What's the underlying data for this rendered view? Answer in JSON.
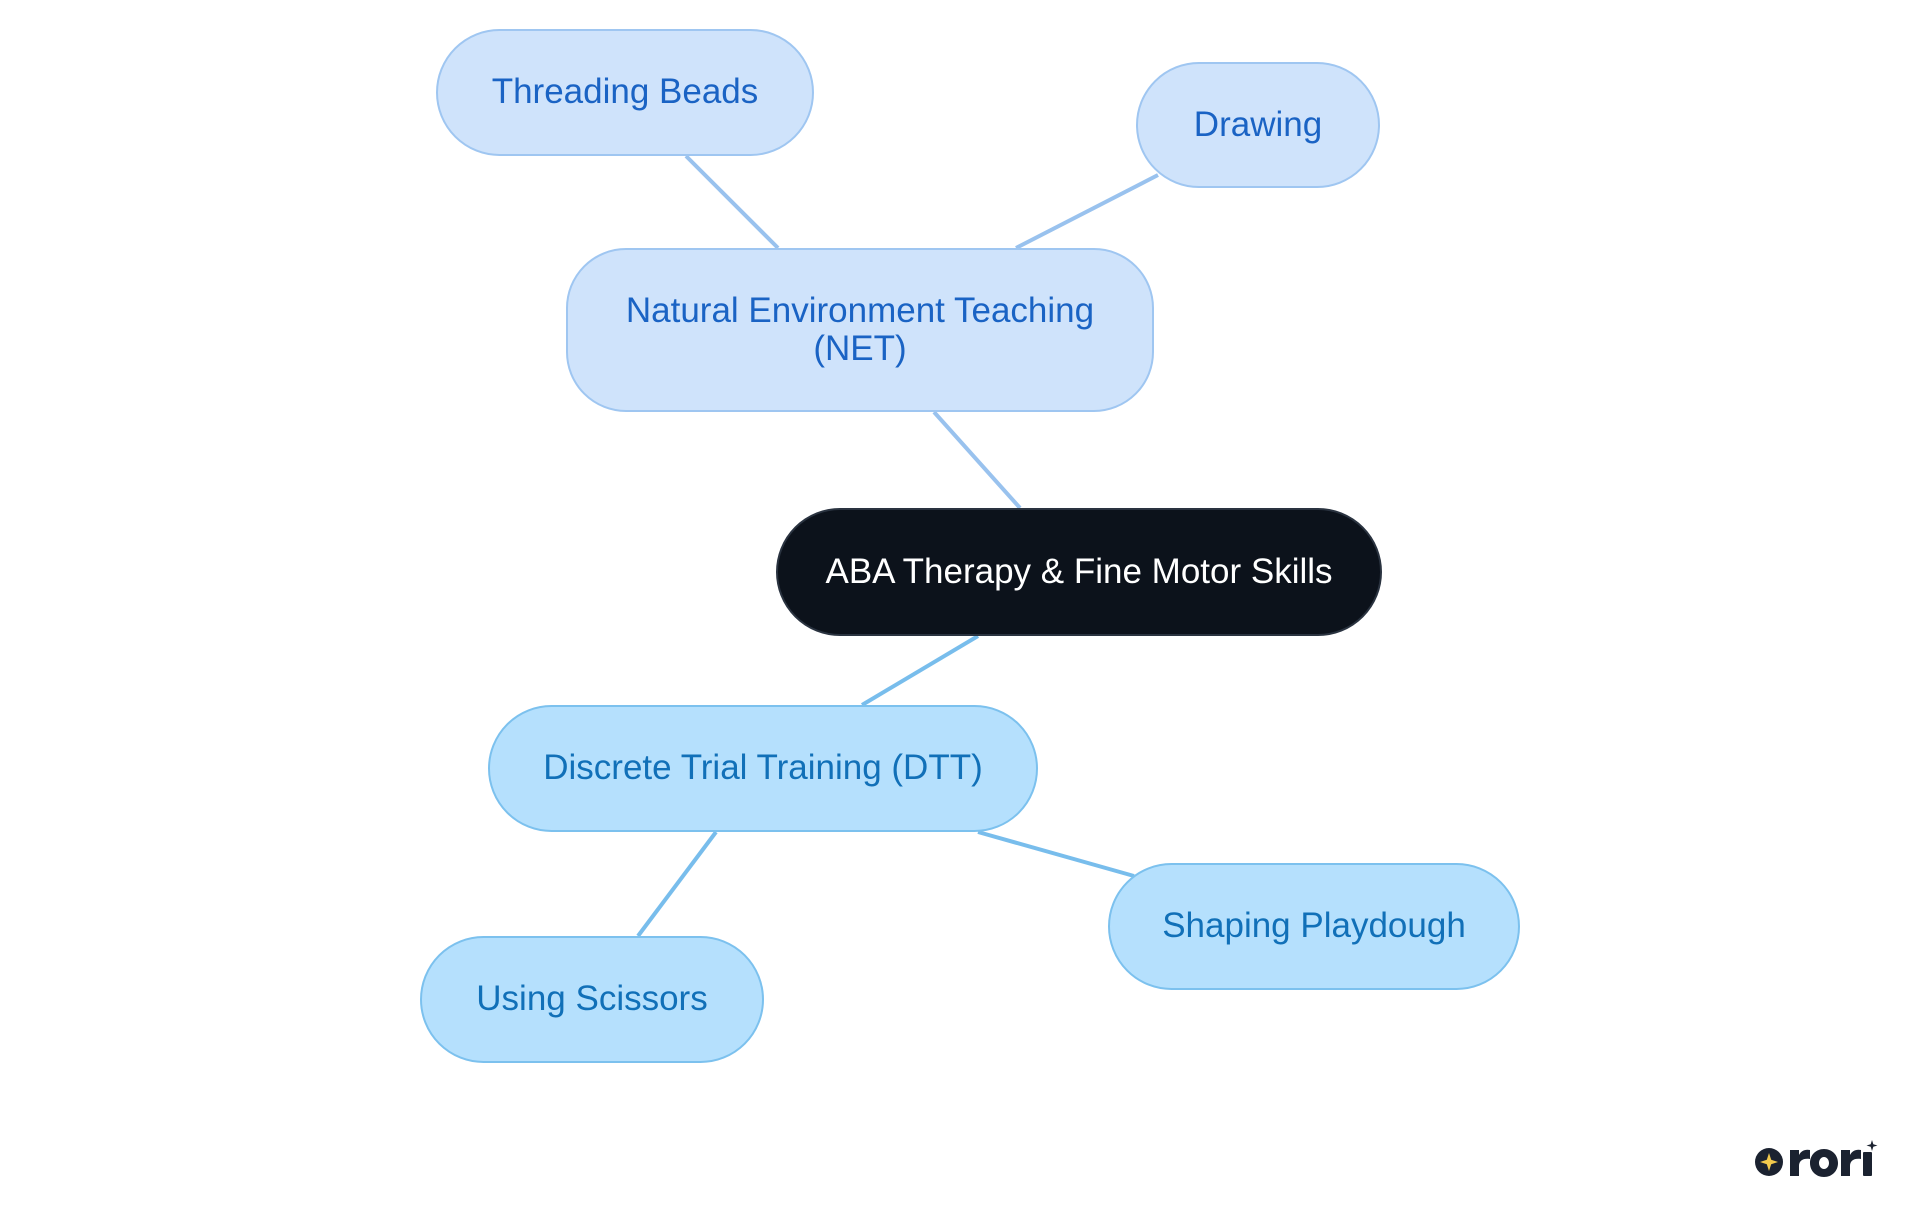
{
  "diagram": {
    "root": {
      "label": "ABA Therapy & Fine Motor Skills"
    },
    "branches": [
      {
        "label_lines": [
          "Natural Environment Teaching",
          "(NET)"
        ],
        "children": [
          "Threading Beads",
          "Drawing"
        ]
      },
      {
        "label_lines": [
          "Discrete Trial Training (DTT)"
        ],
        "children": [
          "Shaping Playdough",
          "Using Scissors"
        ]
      }
    ],
    "colors": {
      "root_fill": "#0c121b",
      "root_text": "#ffffff",
      "net_fill": "#cfe3fb",
      "net_border": "#9fc6f1",
      "net_text": "#1a63c4",
      "dtt_fill": "#b5e0fd",
      "dtt_border": "#7cc1ee",
      "dtt_text": "#1170b8",
      "net_edge": "#99c2ee",
      "dtt_edge": "#78bdec"
    }
  },
  "logo": {
    "icon": "star-circle-icon",
    "wordmark": "rori"
  }
}
